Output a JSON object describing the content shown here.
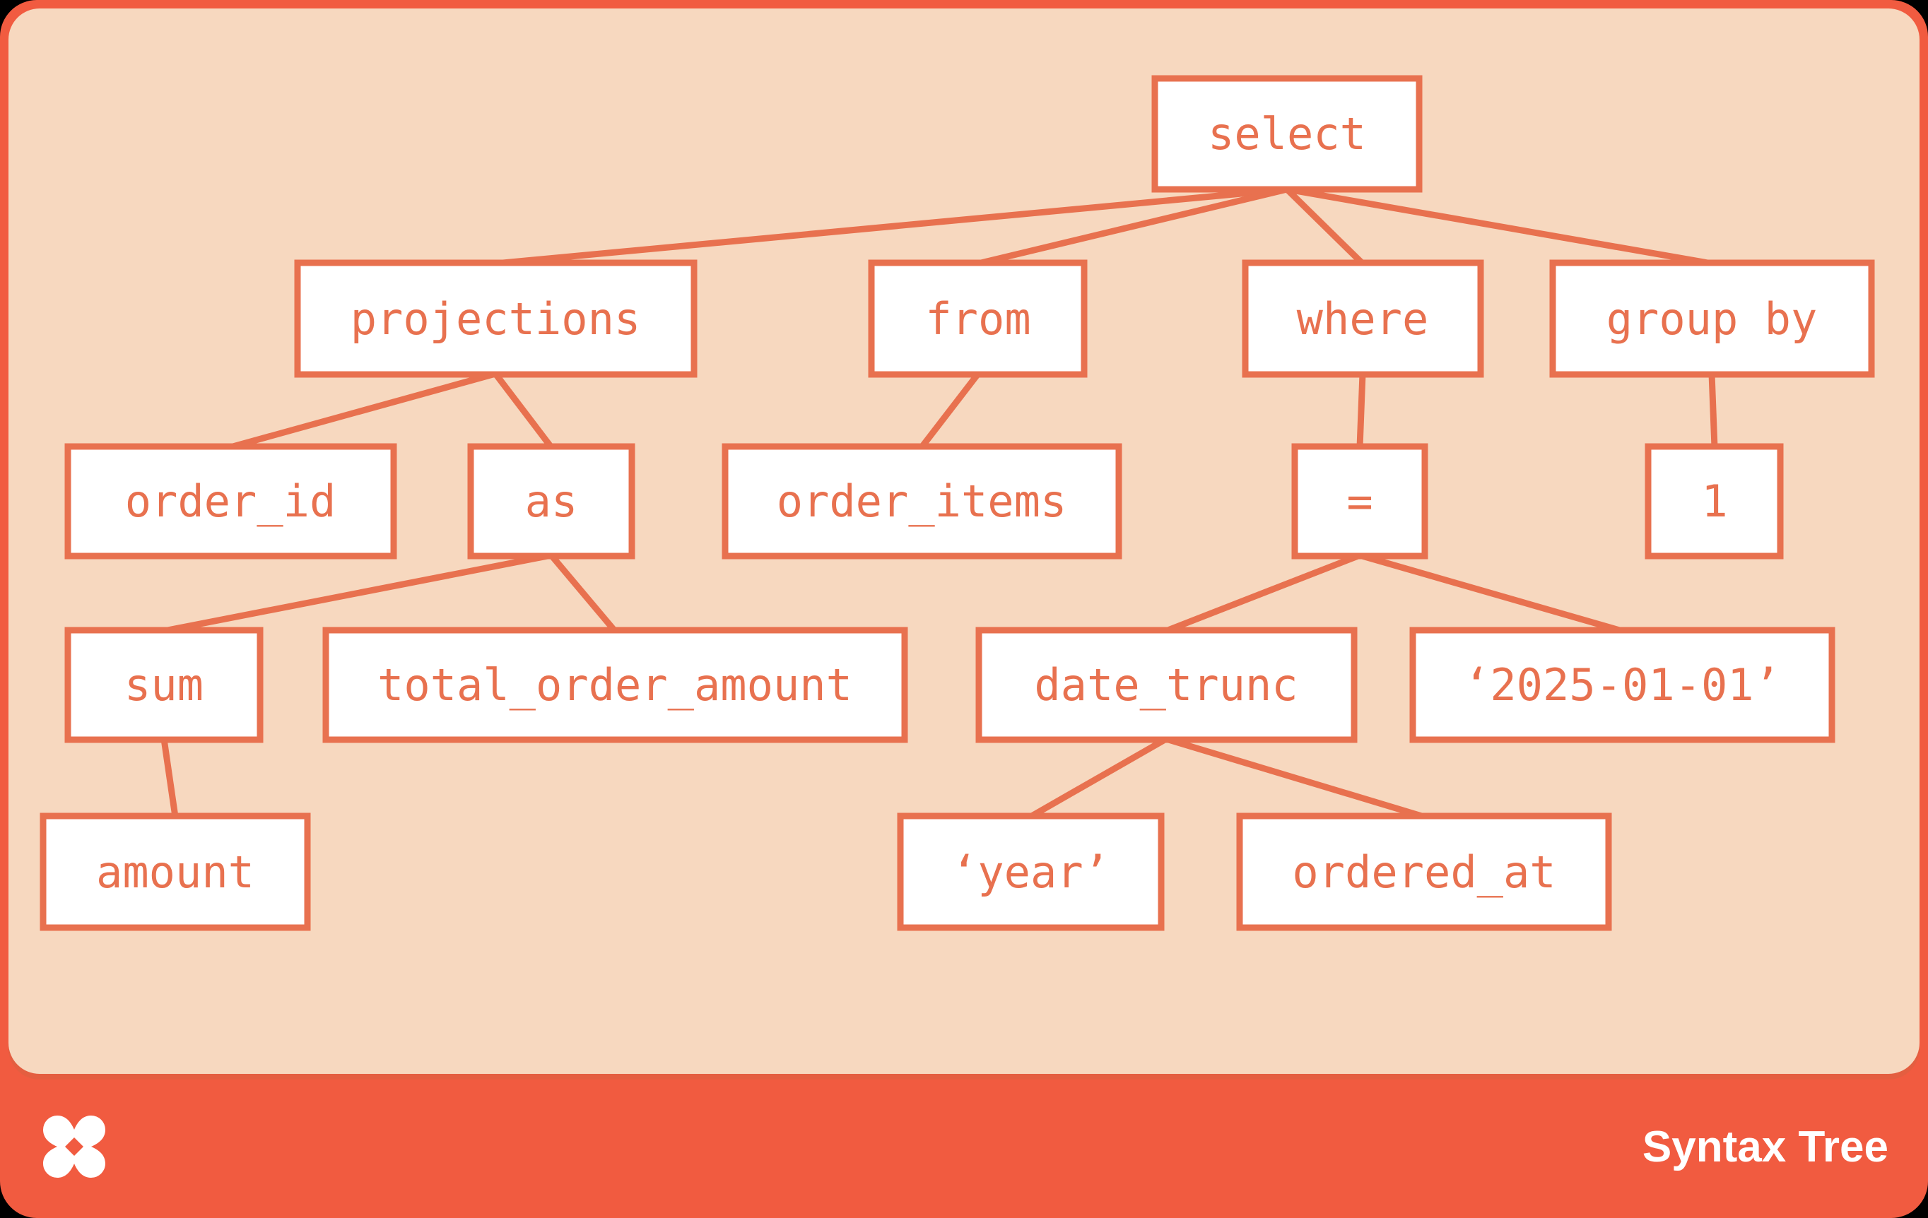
{
  "footer": {
    "title": "Syntax Tree",
    "logo": "dbt-logo"
  },
  "colors": {
    "card_orange": "#f15b40",
    "panel_peach": "#f7d8bf",
    "node_border": "#e8714f",
    "node_text": "#e8714f",
    "node_fill": "#ffffff",
    "footer_text": "#ffffff"
  },
  "labels": {
    "select": "select",
    "projections": "projections",
    "from": "from",
    "where": "where",
    "group_by": "group by",
    "order_id": "order_id",
    "as": "as",
    "order_items": "order_items",
    "eq": "=",
    "one": "1",
    "sum": "sum",
    "total_order_amount": "total_order_amount",
    "date_trunc": "date_trunc",
    "date_literal": "‘2025-01-01’",
    "amount": "amount",
    "year_literal": "‘year’",
    "ordered_at": "ordered_at"
  },
  "diagram": {
    "type": "syntax-tree",
    "root": {
      "label": "select",
      "children": [
        {
          "label": "projections",
          "children": [
            {
              "label": "order_id"
            },
            {
              "label": "as",
              "children": [
                {
                  "label": "sum",
                  "children": [
                    {
                      "label": "amount"
                    }
                  ]
                },
                {
                  "label": "total_order_amount"
                }
              ]
            }
          ]
        },
        {
          "label": "from",
          "children": [
            {
              "label": "order_items"
            }
          ]
        },
        {
          "label": "where",
          "children": [
            {
              "label": "=",
              "children": [
                {
                  "label": "date_trunc",
                  "children": [
                    {
                      "label": "‘year’"
                    },
                    {
                      "label": "ordered_at"
                    }
                  ]
                },
                {
                  "label": "‘2025-01-01’"
                }
              ]
            }
          ]
        },
        {
          "label": "group by",
          "children": [
            {
              "label": "1"
            }
          ]
        }
      ]
    }
  }
}
